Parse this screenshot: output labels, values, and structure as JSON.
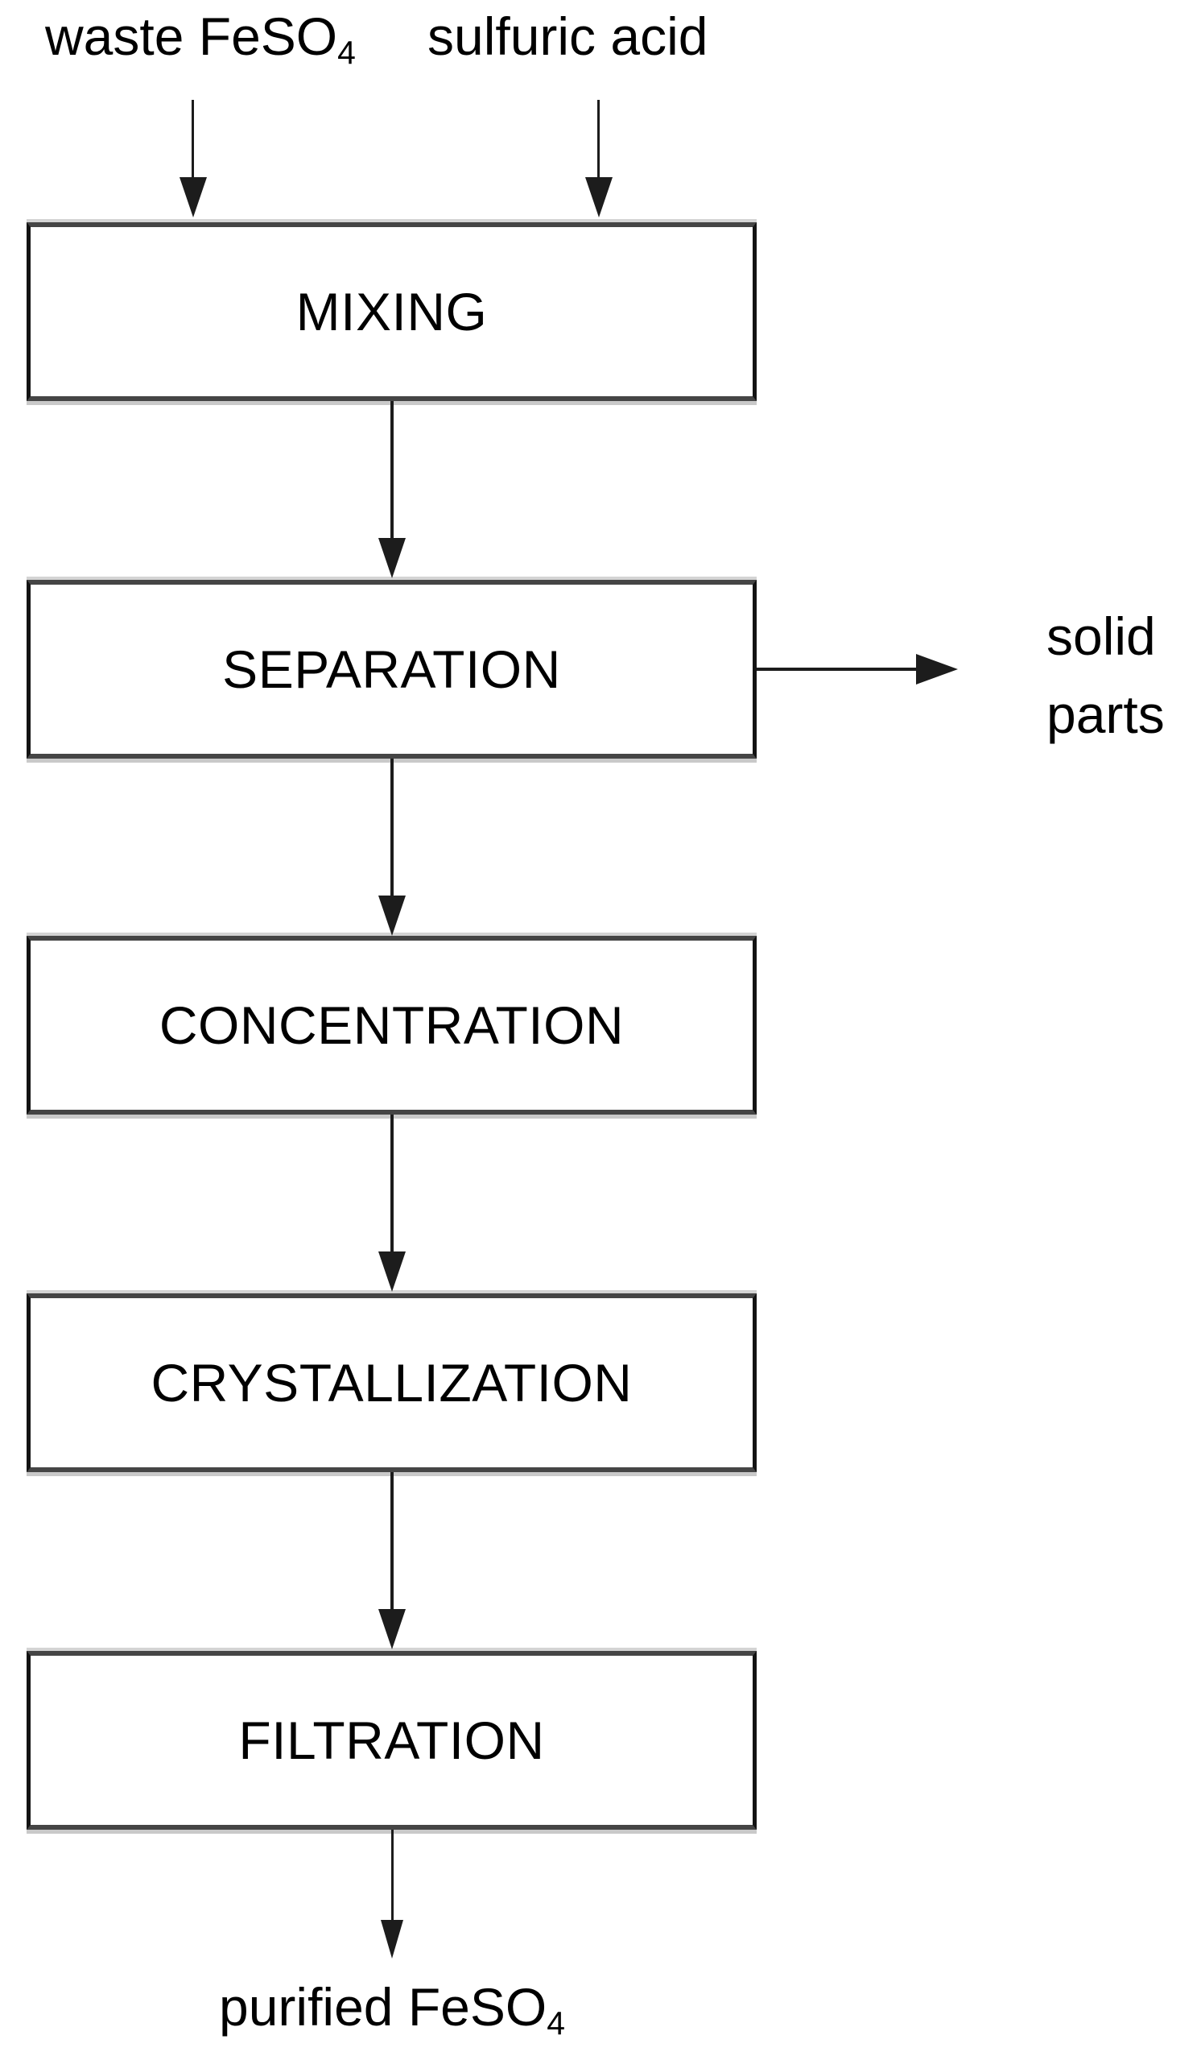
{
  "flowchart": {
    "inputs": [
      {
        "text": "waste FeSO",
        "subscript": "4"
      },
      {
        "text": "sulfuric acid"
      }
    ],
    "steps": [
      {
        "label": "MIXING"
      },
      {
        "label": "SEPARATION"
      },
      {
        "label": "CONCENTRATION"
      },
      {
        "label": "CRYSTALLIZATION"
      },
      {
        "label": "FILTRATION"
      }
    ],
    "side_output": {
      "line1": "solid",
      "line2": "parts"
    },
    "final_output": {
      "text": "purified FeSO",
      "subscript": "4"
    },
    "colors": {
      "background": "#ffffff",
      "text": "#000000",
      "arrow": "#1c1c1c",
      "box_border": "#131313",
      "box_border_horizontal": "#454545",
      "box_shadow": "#c9c9c9"
    }
  }
}
